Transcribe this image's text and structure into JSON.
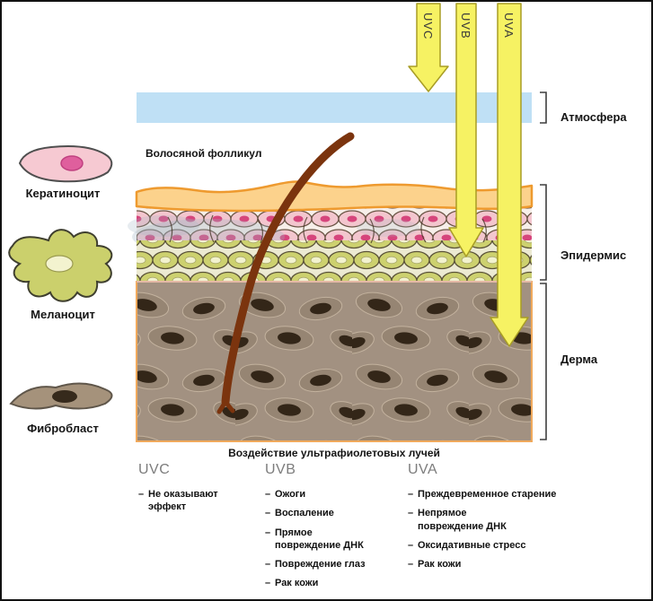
{
  "diagram": {
    "caption": "Воздействие ультрафиолетовых лучей",
    "hair_follicle_label": "Волосяной фолликул",
    "bullet": "–"
  },
  "rays": [
    {
      "label": "UVC"
    },
    {
      "label": "UVB"
    },
    {
      "label": "UVA"
    }
  ],
  "layer_labels": [
    {
      "label": "Атмосфера"
    },
    {
      "label": "Эпидермис"
    },
    {
      "label": "Дерма"
    }
  ],
  "cell_legend": [
    {
      "label": "Кератиноцит"
    },
    {
      "label": "Меланоцит"
    },
    {
      "label": "Фибробласт"
    }
  ],
  "effects": [
    {
      "header": "UVC",
      "items": [
        "Не оказывают\nэффект"
      ]
    },
    {
      "header": "UVB",
      "items": [
        "Ожоги",
        "Воспаление",
        "Прямое\nповреждение ДНК",
        "Повреждение глаз",
        "Рак кожи"
      ]
    },
    {
      "header": "UVA",
      "items": [
        "Преждевременное старение",
        "Непрямое\nповреждение ДНК",
        "Оксидативные стресс",
        "Рак кожи"
      ]
    }
  ],
  "colors": {
    "arrow_fill": "#f6f263",
    "arrow_stroke": "#a89d25",
    "atmosphere_blue": "#bfe0f5",
    "stratum_orange": "#fcd28c",
    "keratinocyte_pink": "#f3c6ce",
    "melanocyte_green": "#cdd16f",
    "dermis_taupe": "#a29181",
    "hair_brown": "#7b340e"
  }
}
